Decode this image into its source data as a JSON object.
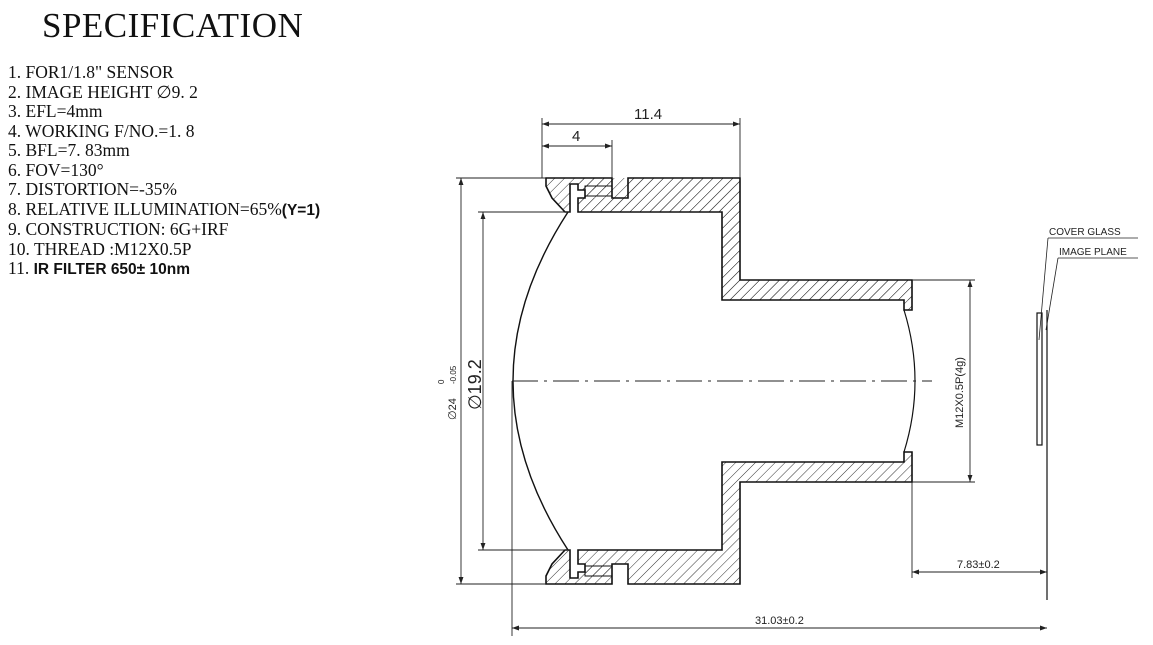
{
  "title": "SPECIFICATION",
  "specs": [
    {
      "n": "1.",
      "text": "FOR1/1.8\"  SENSOR",
      "extra": ""
    },
    {
      "n": "2.",
      "text": "IMAGE HEIGHT  ∅9. 2",
      "extra": ""
    },
    {
      "n": "3.",
      "text": "EFL=4mm",
      "extra": ""
    },
    {
      "n": "4.",
      "text": "WORKING  F/NO.=1. 8",
      "extra": ""
    },
    {
      "n": "5.",
      "text": "BFL=7. 83mm",
      "extra": ""
    },
    {
      "n": "6.",
      "text": "FOV=130°",
      "extra": ""
    },
    {
      "n": "7.",
      "text": "DISTORTION=-35%",
      "extra": ""
    },
    {
      "n": "8.",
      "text": "RELATIVE ILLUMINATION=65%",
      "extra": "(Y=1)"
    },
    {
      "n": "9.",
      "text": "CONSTRUCTION: 6G+IRF",
      "extra": ""
    },
    {
      "n": "10.",
      "text": "THREAD :M12X0.5P",
      "extra": ""
    },
    {
      "n": "11.",
      "text": "",
      "extra": "IR FILTER 650± 10nm"
    }
  ],
  "drawing": {
    "dim_total_top": "11.4",
    "dim_flange": "4",
    "dim_outer_dia": "∅24",
    "dim_outer_tol_upper": "0",
    "dim_outer_tol_lower": "-0.05",
    "dim_aperture": "∅19.2",
    "dim_thread": "M12X0.5P(4g)",
    "dim_bfl": "7.83±0.2",
    "dim_ttl": "31.03±0.2",
    "label_cover_glass": "COVER GLASS",
    "label_image_plane": "IMAGE PLANE"
  }
}
